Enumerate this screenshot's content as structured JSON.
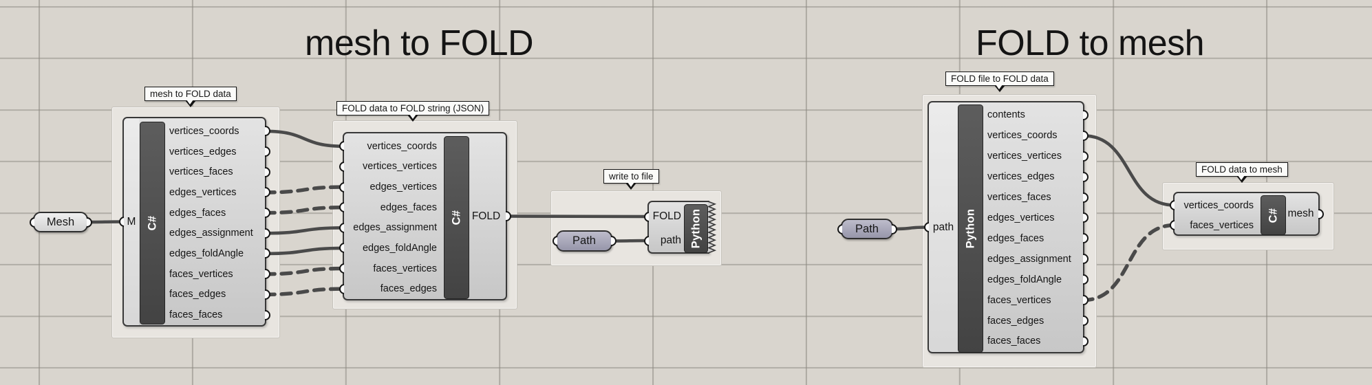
{
  "titles": {
    "left": "mesh to FOLD",
    "right": "FOLD to mesh"
  },
  "colors": {
    "canvas_bg": "#d9d5ce",
    "grid_line": "#8c8981",
    "group_bg": "#e8e5e0",
    "component_body": "#d5d5d5",
    "component_border": "#383838",
    "bar_bg": "#4f4f4f",
    "bar_text": "#ffffff",
    "wire": "#4a4a4a",
    "capsule_path": "#a9a8ba",
    "capsule_mesh": "#e4e4e4",
    "tag_bg": "#fbfbf9"
  },
  "components": {
    "meshToFoldData": {
      "tag": "mesh to FOLD data",
      "lang": "C#",
      "inputs": [
        "M"
      ],
      "outputs": [
        "vertices_coords",
        "vertices_edges",
        "vertices_faces",
        "edges_vertices",
        "edges_faces",
        "edges_assignment",
        "edges_foldAngle",
        "faces_vertices",
        "faces_edges",
        "faces_faces"
      ]
    },
    "foldDataToJson": {
      "tag": "FOLD data to FOLD string (JSON)",
      "lang": "C#",
      "inputs": [
        "vertices_coords",
        "vertices_vertices",
        "edges_vertices",
        "edges_faces",
        "edges_assignment",
        "edges_foldAngle",
        "faces_vertices",
        "faces_edges"
      ],
      "outputs": [
        "FOLD"
      ]
    },
    "writeToFile": {
      "tag": "write to file",
      "lang": "Python",
      "inputs": [
        "FOLD",
        "path"
      ],
      "outputs": []
    },
    "foldFileToFoldData": {
      "tag": "FOLD file to FOLD data",
      "lang": "Python",
      "inputs": [
        "path"
      ],
      "outputs": [
        "contents",
        "vertices_coords",
        "vertices_vertices",
        "vertices_edges",
        "vertices_faces",
        "edges_vertices",
        "edges_faces",
        "edges_assignment",
        "edges_foldAngle",
        "faces_vertices",
        "faces_edges",
        "faces_faces"
      ]
    },
    "foldDataToMesh": {
      "tag": "FOLD data to mesh",
      "lang": "C#",
      "inputs": [
        "vertices_coords",
        "faces_vertices"
      ],
      "outputs": [
        "mesh"
      ]
    }
  },
  "params": {
    "mesh": {
      "label": "Mesh"
    },
    "pathWrite": {
      "label": "Path"
    },
    "pathRead": {
      "label": "Path"
    }
  },
  "connections": [
    {
      "from": "mesh:out:0",
      "to": "meshToFoldData:in:0",
      "style": "solid"
    },
    {
      "from": "meshToFoldData:out:0",
      "to": "foldDataToJson:in:0",
      "style": "solid"
    },
    {
      "from": "meshToFoldData:out:3",
      "to": "foldDataToJson:in:2",
      "style": "dashed"
    },
    {
      "from": "meshToFoldData:out:4",
      "to": "foldDataToJson:in:3",
      "style": "dashed"
    },
    {
      "from": "meshToFoldData:out:5",
      "to": "foldDataToJson:in:4",
      "style": "solid"
    },
    {
      "from": "meshToFoldData:out:6",
      "to": "foldDataToJson:in:5",
      "style": "solid"
    },
    {
      "from": "meshToFoldData:out:7",
      "to": "foldDataToJson:in:6",
      "style": "dashed"
    },
    {
      "from": "meshToFoldData:out:8",
      "to": "foldDataToJson:in:7",
      "style": "dashed"
    },
    {
      "from": "foldDataToJson:out:0",
      "to": "writeToFile:in:0",
      "style": "solid"
    },
    {
      "from": "pathWrite:out:0",
      "to": "writeToFile:in:1",
      "style": "solid"
    },
    {
      "from": "pathRead:out:0",
      "to": "foldFileToFoldData:in:0",
      "style": "solid"
    },
    {
      "from": "foldFileToFoldData:out:1",
      "to": "foldDataToMesh:in:0",
      "style": "solid"
    },
    {
      "from": "foldFileToFoldData:out:9",
      "to": "foldDataToMesh:in:1",
      "style": "dashed"
    }
  ]
}
